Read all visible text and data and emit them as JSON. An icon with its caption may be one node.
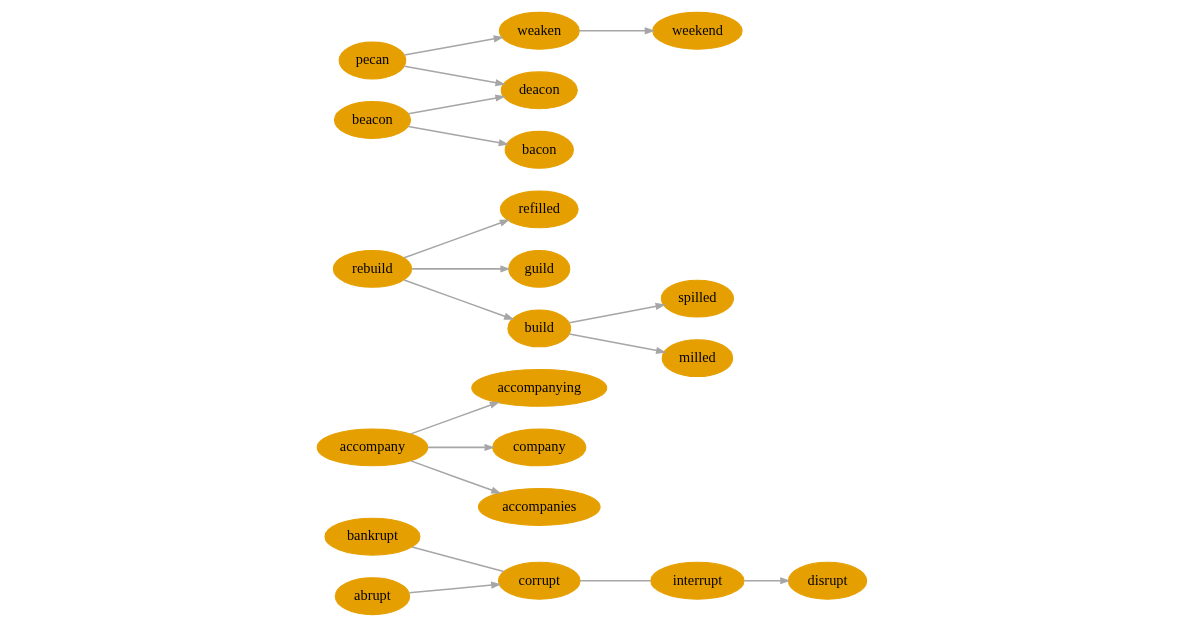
{
  "diagram": {
    "nodes": [
      {
        "text": [
          "disrupt"
        ]
      },
      {
        "text": [
          "interrupt"
        ]
      },
      {
        "text": [
          "bankrupt"
        ]
      },
      {
        "text": [
          "corrupt"
        ]
      },
      {
        "text": [
          "abrupt"
        ]
      },
      {
        "text": [
          "accompanying"
        ]
      },
      {
        "text": [
          "company"
        ]
      },
      {
        "text": [
          "accompany"
        ]
      },
      {
        "text": [
          "accompanies"
        ]
      },
      {
        "text": [
          "refilled"
        ]
      },
      {
        "text": [
          "rebuild"
        ]
      },
      {
        "text": [
          "guild"
        ]
      },
      {
        "text": [
          "spilled"
        ]
      },
      {
        "text": [
          "build"
        ]
      },
      {
        "text": [
          "milled"
        ]
      },
      {
        "text": [
          "weekend"
        ]
      },
      {
        "text": [
          "weaken"
        ]
      },
      {
        "text": [
          "pecan"
        ]
      },
      {
        "text": [
          "deacon"
        ]
      },
      {
        "text": [
          "beacon"
        ]
      },
      {
        "text": [
          "bacon"
        ]
      }
    ],
    "edges": [
      {
        "from": 1,
        "to": 0,
        "arrow": "to"
      },
      {
        "from": 3,
        "to": 1,
        "arrow": "none"
      },
      {
        "from": 2,
        "to": 3,
        "arrow": "none"
      },
      {
        "from": 4,
        "to": 3,
        "arrow": "to"
      },
      {
        "from": 7,
        "to": 5,
        "arrow": "to"
      },
      {
        "from": 7,
        "to": 6,
        "arrow": "to"
      },
      {
        "from": 7,
        "to": 8,
        "arrow": "to"
      },
      {
        "from": 10,
        "to": 9,
        "arrow": "to"
      },
      {
        "from": 10,
        "to": 11,
        "arrow": "to"
      },
      {
        "from": 10,
        "to": 13,
        "arrow": "to"
      },
      {
        "from": 13,
        "to": 12,
        "arrow": "to"
      },
      {
        "from": 13,
        "to": 14,
        "arrow": "to"
      },
      {
        "from": 16,
        "to": 15,
        "arrow": "to"
      },
      {
        "from": 17,
        "to": 16,
        "arrow": "to"
      },
      {
        "from": 17,
        "to": 18,
        "arrow": "to"
      },
      {
        "from": 19,
        "to": 18,
        "arrow": "to"
      },
      {
        "from": 19,
        "to": 20,
        "arrow": "to"
      }
    ]
  }
}
